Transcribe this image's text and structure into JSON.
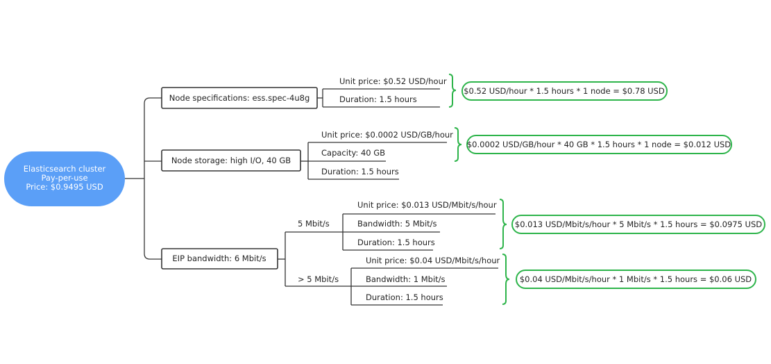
{
  "root": {
    "title": "Elasticsearch cluster",
    "mode": "Pay-per-use",
    "price": "Price: $0.9495 USD",
    "color": "#5b9ff7"
  },
  "accent_color": "#2db44a",
  "branches": {
    "spec": {
      "label": "Node specifications: ess.spec-4u8g",
      "items": [
        "Unit price: $0.52 USD/hour",
        "Duration: 1.5 hours"
      ],
      "result": "$0.52 USD/hour * 1.5 hours * 1 node = $0.78 USD"
    },
    "storage": {
      "label": "Node storage: high I/O, 40 GB",
      "items": [
        "Unit price: $0.0002 USD/GB/hour",
        "Capacity: 40 GB",
        "Duration: 1.5 hours"
      ],
      "result": "$0.0002 USD/GB/hour * 40 GB * 1.5 hours * 1 node = $0.012 USD"
    },
    "eip": {
      "label": "EIP bandwidth: 6 Mbit/s",
      "tier1": {
        "label": "5 Mbit/s",
        "items": [
          "Unit price: $0.013 USD/Mbit/s/hour",
          "Bandwidth: 5 Mbit/s",
          "Duration: 1.5 hours"
        ],
        "result": "$0.013 USD/Mbit/s/hour * 5 Mbit/s * 1.5 hours = $0.0975 USD"
      },
      "tier2": {
        "label": "> 5 Mbit/s",
        "items": [
          "Unit price: $0.04 USD/Mbit/s/hour",
          "Bandwidth: 1 Mbit/s",
          "Duration: 1.5 hours"
        ],
        "result": "$0.04 USD/Mbit/s/hour * 1 Mbit/s * 1.5 hours = $0.06 USD"
      }
    }
  }
}
